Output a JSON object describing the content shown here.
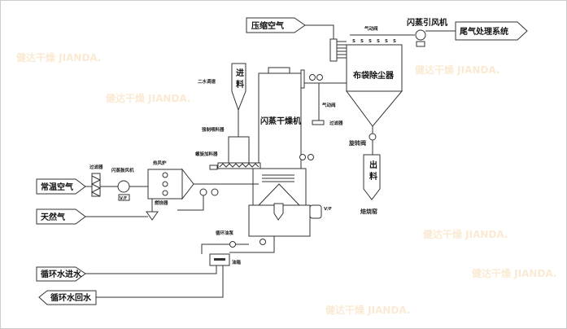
{
  "labels": {
    "compressed_air": "压缩空气",
    "flash_induced_fan": "闪蒸引风机",
    "exhaust_system": "尾气处理系统",
    "pneumatic_valve_top": "气动阀",
    "pneumatic_valve_side": "气动阀",
    "feed": "进料",
    "secondary_speed": "二水调速",
    "bag_filter": "布袋除尘器",
    "flash_dryer": "闪蒸干燥机",
    "filter_right": "过滤器",
    "rotary_valve": "旋转阀",
    "discharge": "出料",
    "kiln": "焙烧窑",
    "forced_feeder": "强制喂料器",
    "screw_feeder": "螺旋加料器",
    "hot_air_furnace": "热风炉",
    "filter_left": "过滤器",
    "flash_blower": "闪蒸鼓风机",
    "burner": "燃烧器",
    "ambient_air": "常温空气",
    "natural_gas": "天然气",
    "circ_oil_pump": "循环油泵",
    "oil_tank": "油箱",
    "cooling_water_in": "循环水进水",
    "cooling_water_out": "循环水回水",
    "vf": "V/F",
    "s_marker": "S"
  },
  "watermark": "健达干燥 JIANDA."
}
